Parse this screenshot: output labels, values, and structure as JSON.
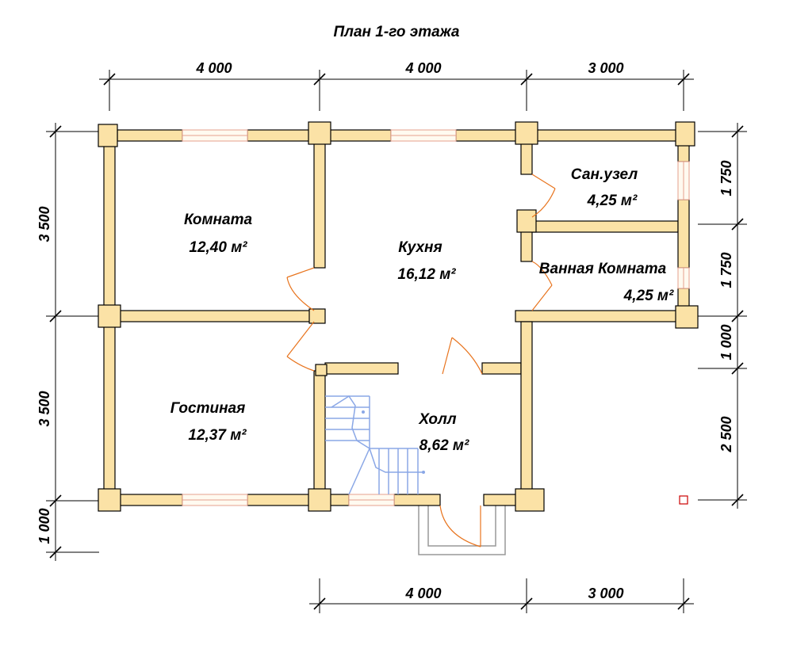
{
  "title": "План 1-го этажа",
  "rooms": [
    {
      "name": "Комната",
      "area": "12,40 м²"
    },
    {
      "name": "Кухня",
      "area": "16,12 м²"
    },
    {
      "name": "Сан.узел",
      "area": "4,25 м²"
    },
    {
      "name": "Ванная Комната",
      "area": "4,25 м²"
    },
    {
      "name": "Гостиная",
      "area": "12,37 м²"
    },
    {
      "name": "Холл",
      "area": "8,62 м²"
    }
  ],
  "dimensions": {
    "top": [
      "4 000",
      "4 000",
      "3 000"
    ],
    "bottom": [
      "4 000",
      "3 000"
    ],
    "left": [
      "3 500",
      "3 500",
      "1 000"
    ],
    "right": [
      "1 750",
      "1 750",
      "1 000",
      "2 500"
    ]
  },
  "colors": {
    "wall_fill": "#fbe2a6",
    "door": "#e8741e",
    "stair": "#8aa7e6",
    "window": "#e6a08e"
  }
}
